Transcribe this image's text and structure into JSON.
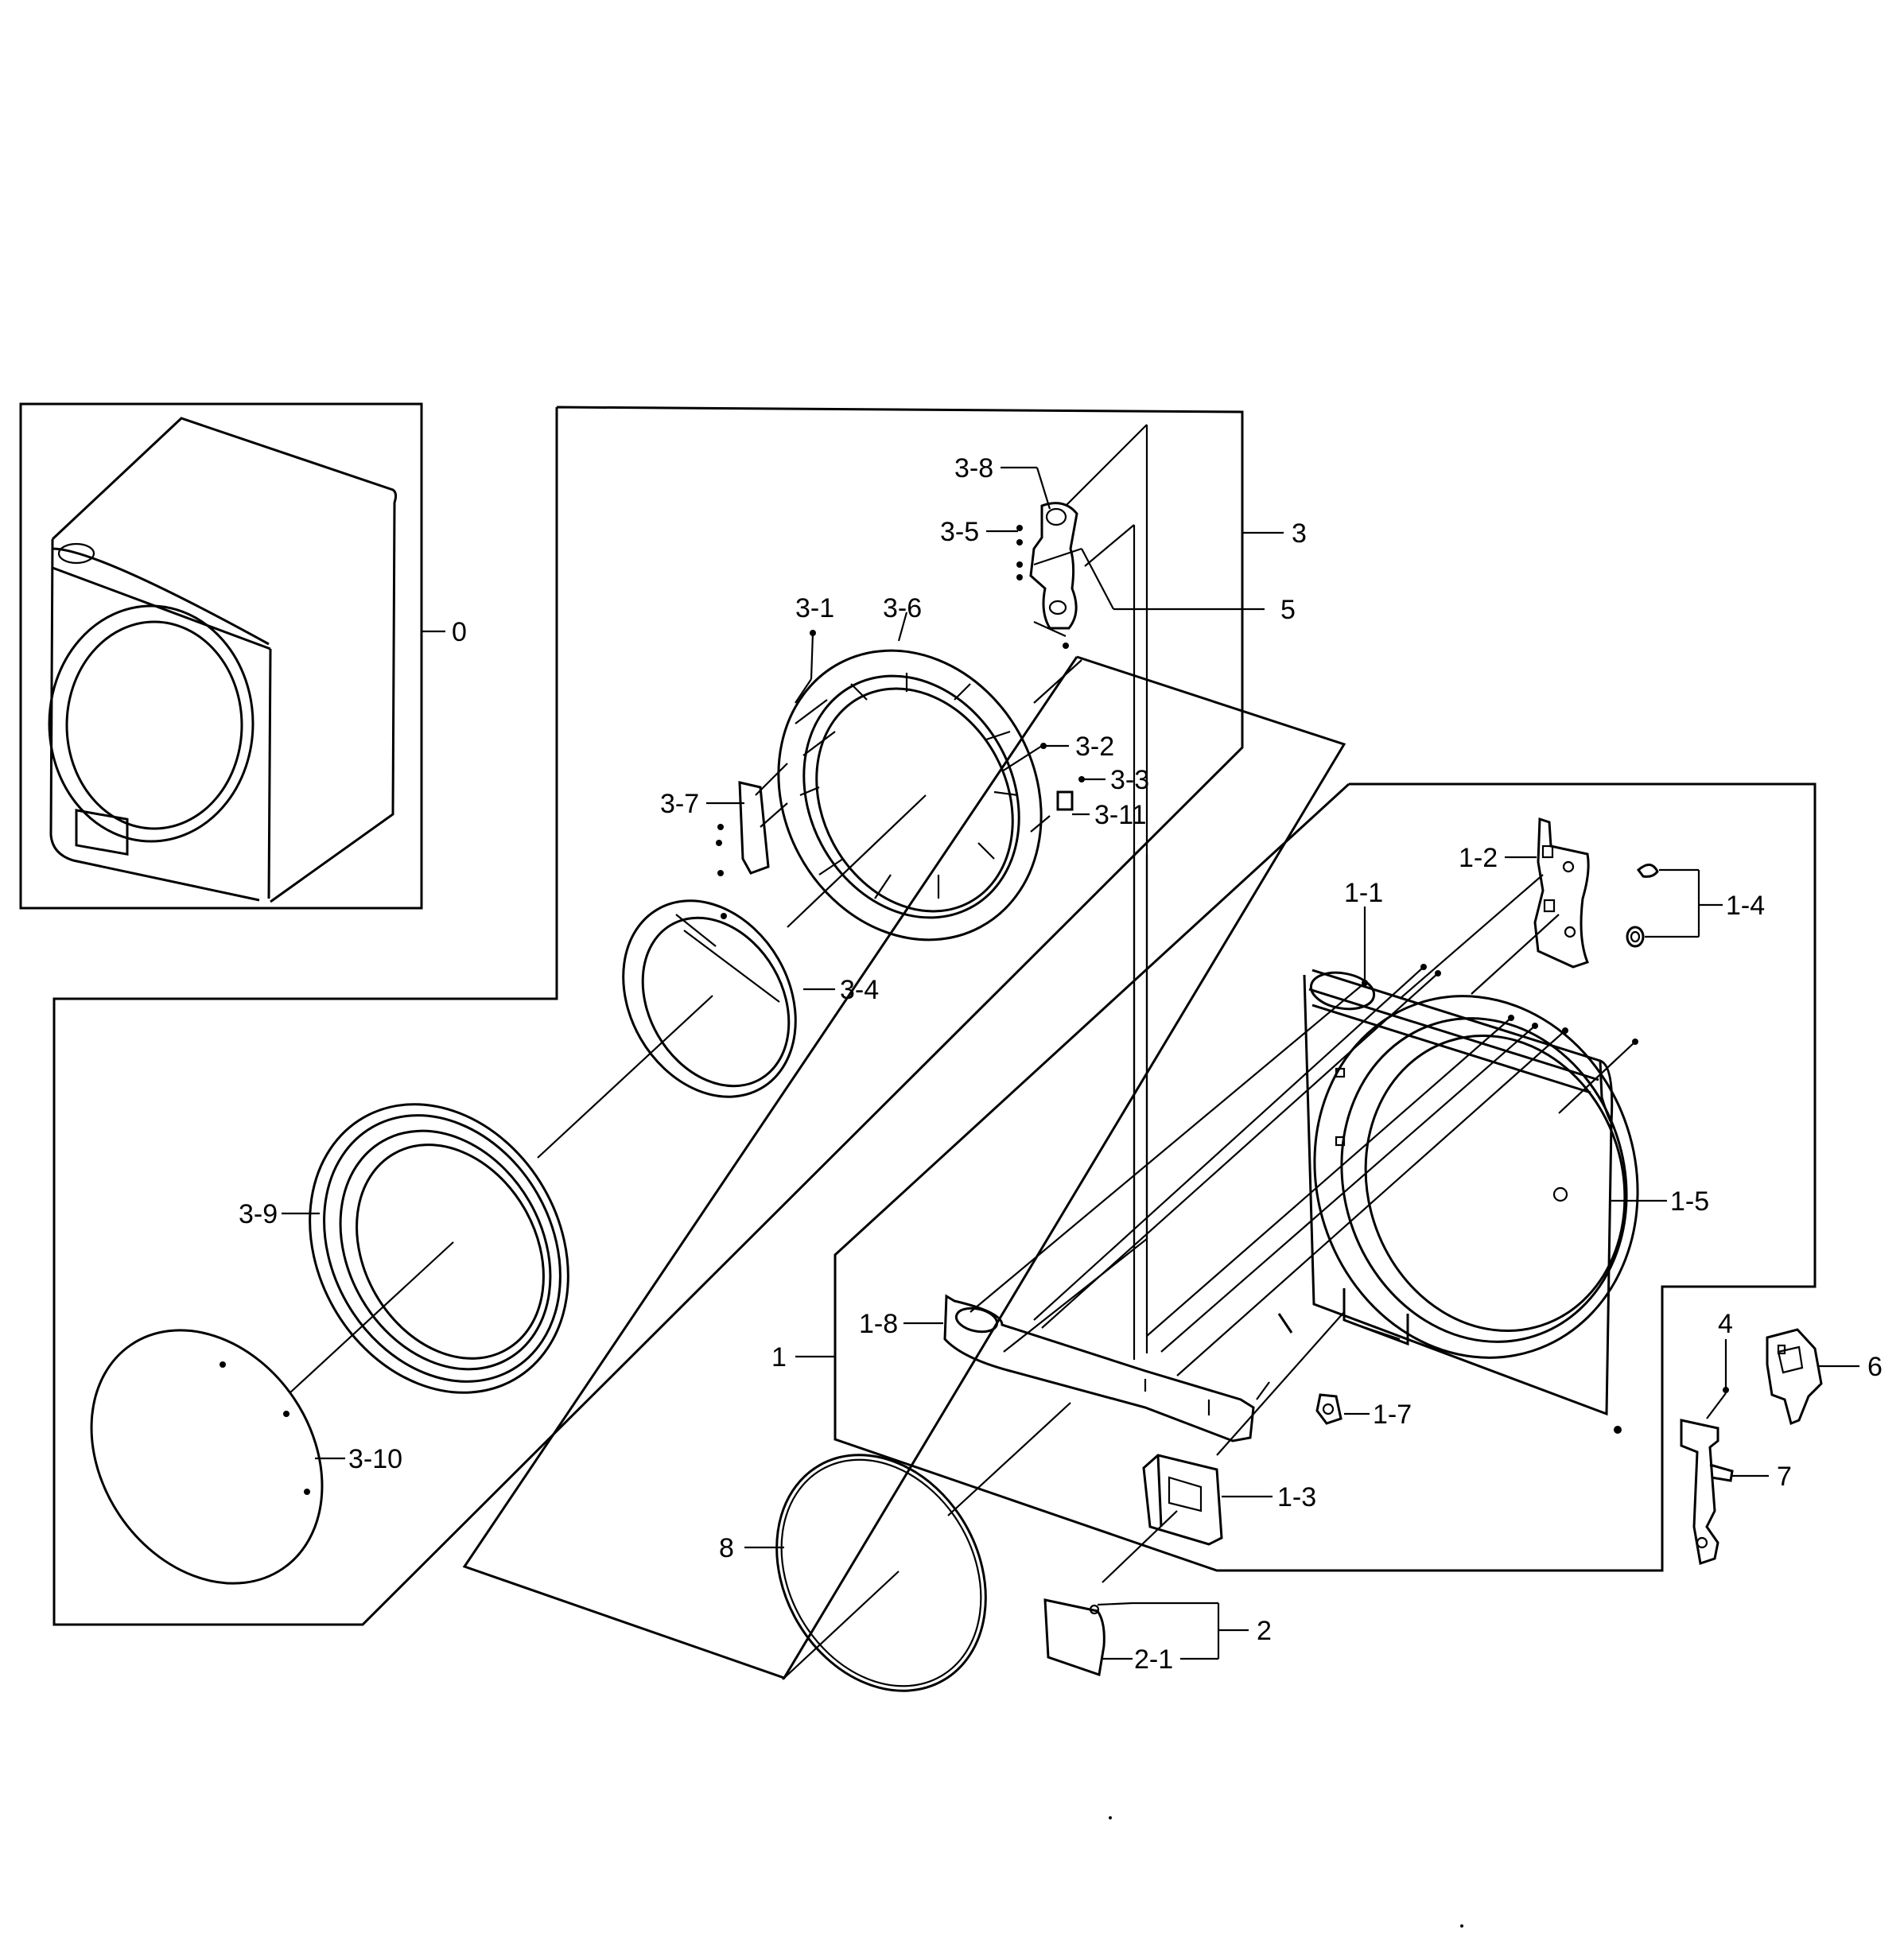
{
  "diagram": {
    "colors": {
      "ink": "#000000",
      "paper": "#ffffff"
    },
    "labels": {
      "p0": "0",
      "p1": "1",
      "p1_1": "1-1",
      "p1_2": "1-2",
      "p1_3": "1-3",
      "p1_4": "1-4",
      "p1_5": "1-5",
      "p1_7": "1-7",
      "p1_8": "1-8",
      "p2": "2",
      "p2_1": "2-1",
      "p3": "3",
      "p3_1": "3-1",
      "p3_2": "3-2",
      "p3_3": "3-3",
      "p3_4": "3-4",
      "p3_5": "3-5",
      "p3_6": "3-6",
      "p3_7": "3-7",
      "p3_8": "3-8",
      "p3_9": "3-9",
      "p3_10": "3-10",
      "p3_11": "3-11",
      "p4": "4",
      "p5": "5",
      "p6": "6",
      "p7": "7",
      "p8": "8"
    }
  }
}
